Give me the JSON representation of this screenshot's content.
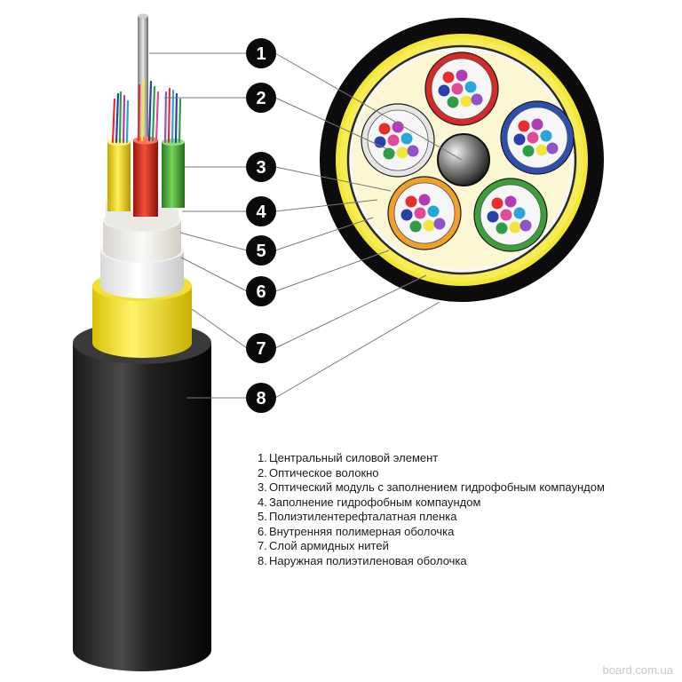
{
  "callouts": [
    "1",
    "2",
    "3",
    "4",
    "5",
    "6",
    "7",
    "8"
  ],
  "legend": [
    {
      "num": "1.",
      "text": "Центральный силовой элемент"
    },
    {
      "num": "2.",
      "text": "Оптическое волокно"
    },
    {
      "num": "3.",
      "text": "Оптический модуль с заполнением гидрофобным компаундом"
    },
    {
      "num": "4.",
      "text": "Заполнение гидрофобным компаундом"
    },
    {
      "num": "5.",
      "text": "Полиэтилентерефталатная пленка"
    },
    {
      "num": "6.",
      "text": "Внутренняя полимерная оболочка"
    },
    {
      "num": "7.",
      "text": "Слой армидных нитей"
    },
    {
      "num": "8.",
      "text": "Наружная полиэтиленовая оболочка"
    }
  ],
  "watermark": "board.com.ua",
  "colors": {
    "outer_sheath": "#111111",
    "aramid": "#f5ea3a",
    "inner_sheath": "#f7f7f7",
    "film": "#f2eee6",
    "compound": "#faf7d2",
    "strength_member": "#8a8a8a",
    "module_red": "#d42a2a",
    "module_yellow": "#f2d63a",
    "module_green": "#3e9e3a",
    "module_orange": "#f0a02a",
    "module_blue": "#2f4fb0",
    "module_natural": "#e6e6e6",
    "fiber_colors": [
      "#e82d2d",
      "#b23bb7",
      "#2b3fa8",
      "#e04a9a",
      "#29a6d9",
      "#2e9e46",
      "#f1e63b",
      "#8e55c9"
    ]
  }
}
